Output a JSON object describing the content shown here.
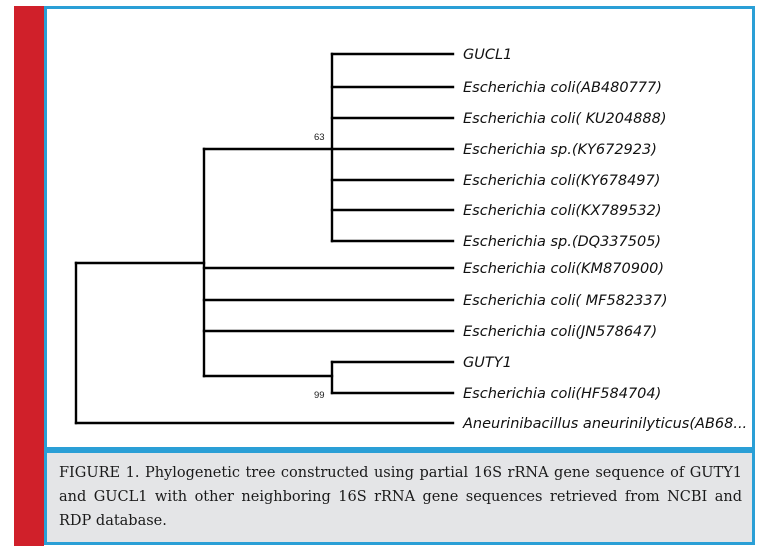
{
  "tree": {
    "leaves": [
      {
        "id": "gucl1",
        "label": "GUCL1"
      },
      {
        "id": "ab480777",
        "label": "Escherichia coli(AB480777)"
      },
      {
        "id": "ku204888",
        "label": "Escherichia coli( KU204888)"
      },
      {
        "id": "ky672923",
        "label": "Escherichia sp.(KY672923)"
      },
      {
        "id": "ky678497",
        "label": "Escherichia coli(KY678497)"
      },
      {
        "id": "kx789532",
        "label": "Escherichia coli(KX789532)"
      },
      {
        "id": "dq337505",
        "label": "Escherichia sp.(DQ337505)"
      },
      {
        "id": "km870900",
        "label": "Escherichia coli(KM870900)"
      },
      {
        "id": "mf582337",
        "label": "Escherichia coli( MF582337)"
      },
      {
        "id": "jn578647",
        "label": "Escherichia coli(JN578647)"
      },
      {
        "id": "guty1",
        "label": "GUTY1"
      },
      {
        "id": "hf584704",
        "label": "Escherichia coli(HF584704)"
      },
      {
        "id": "ab68",
        "label": "Aneurinibacillus aneurinilyticus(AB68..."
      }
    ],
    "bootstrap": [
      {
        "id": "clade-gucl1",
        "value": "63"
      },
      {
        "id": "clade-guty1",
        "value": "99"
      }
    ]
  },
  "caption": {
    "text": "FIGURE 1. Phylogenetic tree constructed using partial 16S rRNA gene sequence of GUTY1 and GUCL1 with other neighboring 16S rRNA gene sequences retrieved from NCBI and RDP database."
  },
  "colors": {
    "accent_bar": "#d0202a",
    "frame": "#2a9fd6",
    "caption_bg": "#e4e5e7"
  }
}
